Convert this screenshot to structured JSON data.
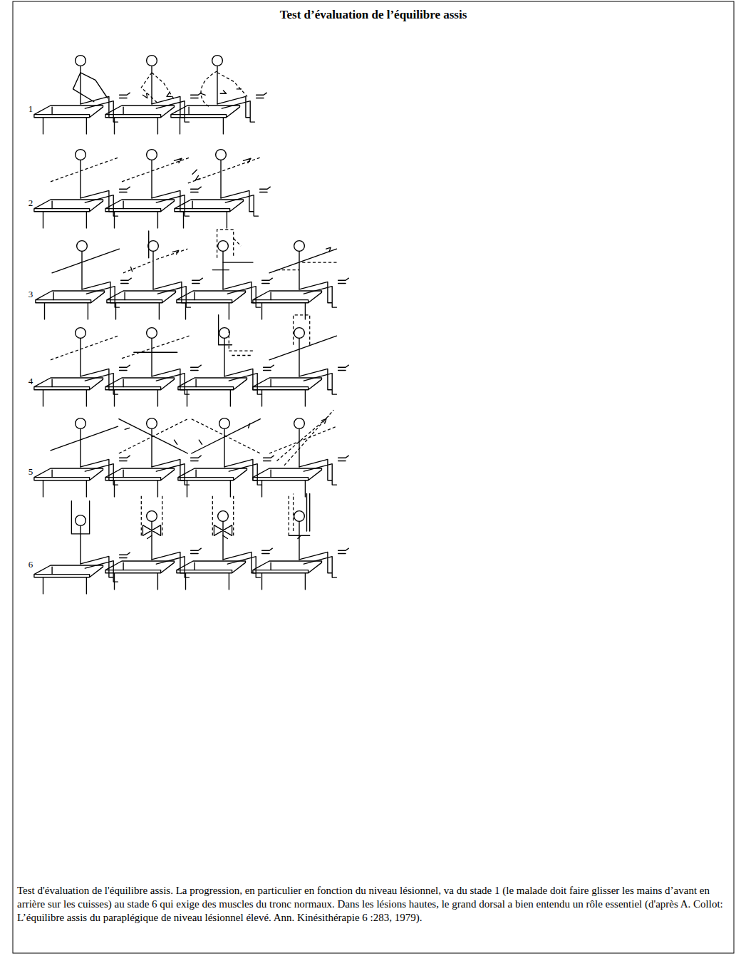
{
  "diagram": {
    "title": "Test d’évaluation de l’équilibre assis",
    "caption": "Test d'évaluation de l'équilibre assis. La progression, en particulier en fonction du niveau lésionnel, va du stade 1 (le malade doit faire glisser les mains d’avant en arrière sur les cuisses) au stade 6 qui exige des muscles du tronc normaux. Dans les lésions hautes, le grand dorsal a bien entendu un rôle essentiel (d'après A. Collot: L’équilibre assis du paraplégique de niveau lésionnel élevé. Ann. Kinésithérapie 6 :283, 1979).",
    "labels": [
      "1",
      "2",
      "3",
      "4",
      "5",
      "6"
    ]
  }
}
